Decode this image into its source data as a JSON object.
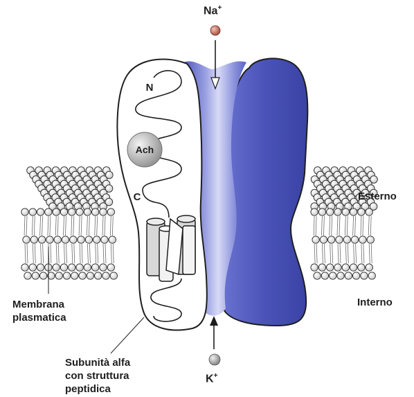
{
  "ions": {
    "top": {
      "symbol": "Na",
      "charge": "+"
    },
    "bottom": {
      "symbol": "K",
      "charge": "+"
    }
  },
  "protein": {
    "n_terminus": "N",
    "c_terminus": "C",
    "ligand": "Ach"
  },
  "labels": {
    "outside": "Esterno",
    "inside": "Interno",
    "membrane": [
      "Membrana",
      "plasmatica"
    ],
    "subunit": [
      "Subunità alfa",
      "con struttura",
      "peptidica"
    ]
  },
  "colors": {
    "channel_blue": "#5a64c4",
    "channel_blue_dark": "#3b45a8",
    "na_ion": "#b5574a",
    "k_ion": "#9a9a9a",
    "lipid_head": "#f4f4f4",
    "outline": "#1e1e1e"
  }
}
